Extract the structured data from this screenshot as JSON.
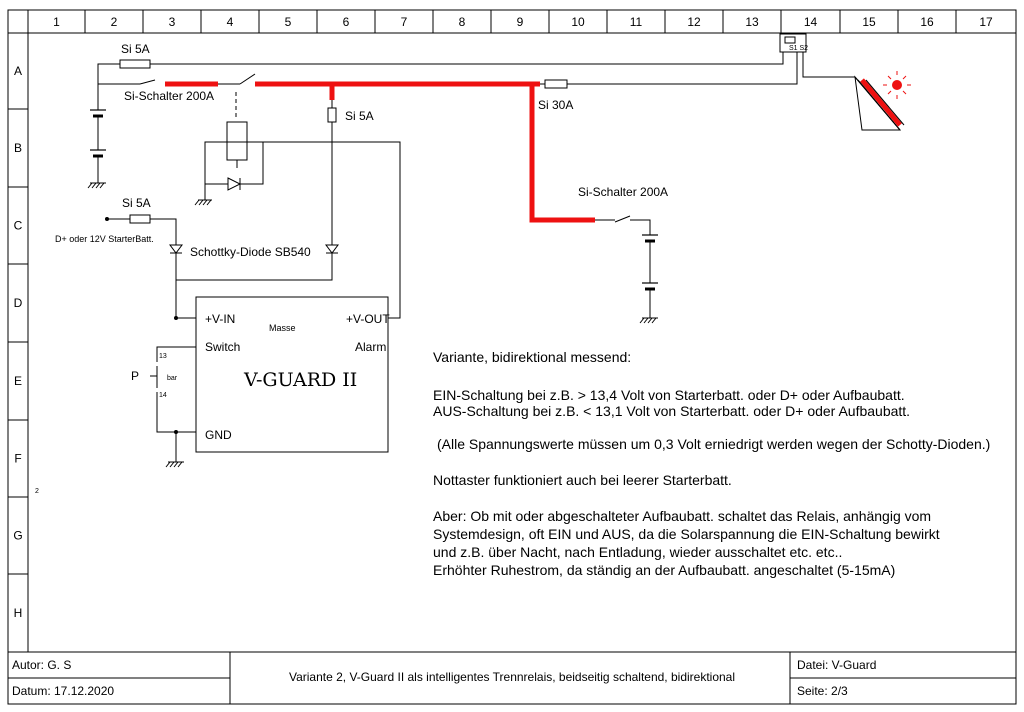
{
  "grid": {
    "columns": [
      "1",
      "2",
      "3",
      "4",
      "5",
      "6",
      "7",
      "8",
      "9",
      "10",
      "11",
      "12",
      "13",
      "14",
      "15",
      "16",
      "17"
    ],
    "rows": [
      "A",
      "B",
      "C",
      "D",
      "E",
      "F",
      "G",
      "H"
    ]
  },
  "labels": {
    "fuse_a": "Si 5A",
    "switch_top": "Si-Schalter 200A",
    "fuse_b": "Si 5A",
    "fuse_main": "Si 30A",
    "fuse_c": "Si 5A",
    "input_note": "D+ oder 12V StarterBatt.",
    "diode": "Schottky-Diode SB540",
    "switch_right": "Si-Schalter 200A",
    "pushbutton": "P",
    "pb_13": "13",
    "pb_14": "14",
    "pb_bar": "bar",
    "stray_2": "2",
    "controller": "S1 S2"
  },
  "vguard": {
    "title": "V-GUARD II",
    "vin": "+V-IN",
    "masse": "Masse",
    "vout": "+V-OUT",
    "switch": "Switch",
    "alarm": "Alarm",
    "gnd": "GND"
  },
  "notes": {
    "line1": "Variante, bidirektional messend:",
    "line2": "EIN-Schaltung bei z.B. > 13,4 Volt von Starterbatt. oder D+ oder Aufbaubatt.",
    "line3": "AUS-Schaltung bei z.B. < 13,1 Volt von Starterbatt. oder D+ oder Aufbaubatt.",
    "line4": "(Alle Spannungswerte müssen um 0,3 Volt erniedrigt werden wegen der Schotty-Dioden.)",
    "line5": "Nottaster funktioniert auch bei leerer Starterbatt.",
    "line6": "Aber: Ob mit oder abgeschalteter Aufbaubatt. schaltet das Relais, anhängig vom",
    "line7": "Systemdesign, oft EIN und AUS, da die Solarspannung die EIN-Schaltung bewirkt",
    "line8": "und z.B. über Nacht, nach Entladung, wieder ausschaltet etc. etc..",
    "line9": "Erhöhter Ruhestrom, da ständig an der Aufbaubatt. angeschaltet (5-15mA)"
  },
  "footer": {
    "author": "Autor: G. S",
    "date": "Datum: 17.12.2020",
    "description": "Variante 2, V-Guard II als intelligentes Trennrelais, beidseitig schaltend, bidirektional",
    "file": "Datei: V-Guard",
    "page": "Seite: 2/3"
  },
  "colors": {
    "main_current": "#ee1111",
    "sun": "#ee1111",
    "frame": "#000000"
  }
}
